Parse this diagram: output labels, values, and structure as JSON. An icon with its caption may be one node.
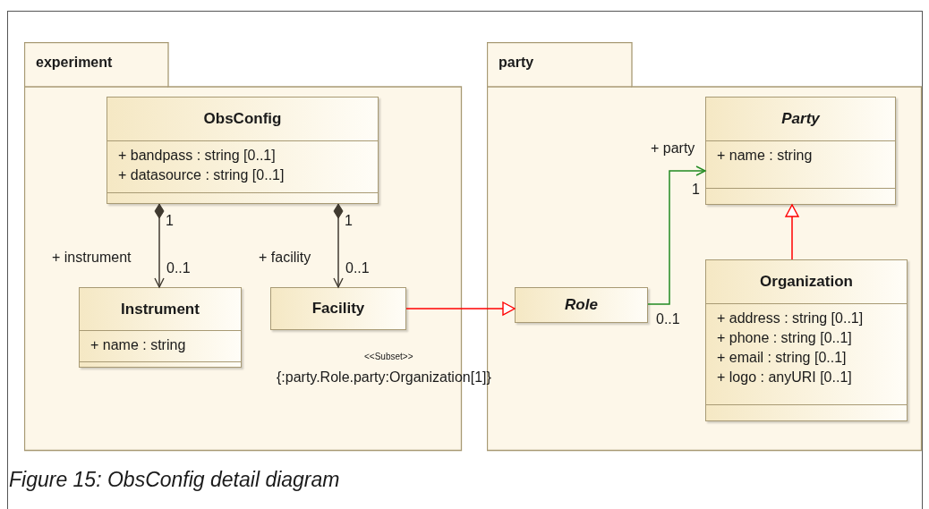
{
  "diagram": {
    "caption": "Figure 15: ObsConfig detail diagram",
    "nodes": [
      {
        "text": [
          "experiment"
        ]
      },
      {
        "text": [
          "ObsConfig",
          "+ bandpass : string [0..1]",
          "+ datasource : string [0..1]"
        ],
        "in": 0
      },
      {
        "text": [
          "Instrument",
          "+ name : string"
        ],
        "in": 0
      },
      {
        "text": [
          "Facility"
        ],
        "in": 0,
        "beside": [
          "<<Subset>>",
          "{:party.Role.party:Organization[1]}"
        ]
      },
      {
        "text": [
          "party"
        ]
      },
      {
        "text": [
          "Party",
          "+ name : string"
        ],
        "in": 4
      },
      {
        "text": [
          "Role"
        ],
        "in": 4
      },
      {
        "text": [
          "Organization",
          "+ address : string [0..1]",
          "+ phone : string [0..1]",
          "+ email : string [0..1]",
          "+ logo : anyURI [0..1]"
        ],
        "in": 4
      }
    ],
    "edges": [
      {
        "from": 1,
        "to": 2,
        "arrow": "to",
        "label": "+ instrument",
        "color": "#403a30"
      },
      {
        "from": 1,
        "to": 3,
        "arrow": "to",
        "label": "+ facility",
        "color": "#403a30"
      },
      {
        "from": 3,
        "to": 6,
        "arrow": "to",
        "color": "#ff0000"
      },
      {
        "from": 6,
        "to": 5,
        "arrow": "to",
        "label": "+ party",
        "color": "#228b22"
      },
      {
        "from": 7,
        "to": 5,
        "arrow": "to",
        "color": "#ff0000"
      }
    ],
    "labels": [
      "1",
      "1",
      "1",
      "0..1",
      "0..1",
      "0..1"
    ]
  }
}
